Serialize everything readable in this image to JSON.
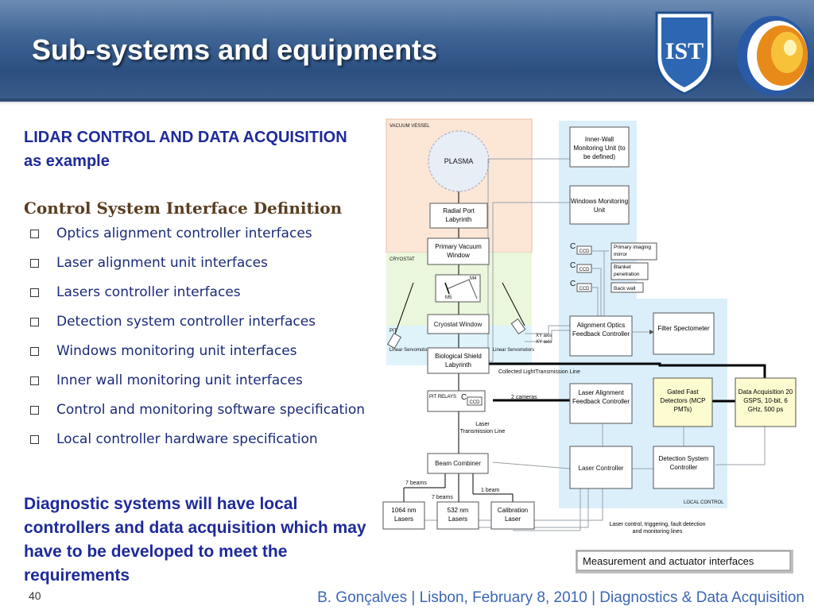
{
  "header": {
    "title": "Sub-systems and equipments"
  },
  "left": {
    "subtitle": "LIDAR CONTROL AND DATA ACQUISITION as example",
    "section_title": "Control System Interface Definition",
    "bullets": [
      "Optics alignment controller interfaces",
      "Laser alignment unit interfaces",
      "Lasers controller interfaces",
      "Detection system controller interfaces",
      "Windows monitoring unit interfaces",
      "Inner wall monitoring unit interfaces",
      "Control and monitoring software specification",
      "Local controller hardware specification"
    ],
    "note": "Diagnostic systems will have local controllers and data acquisition which may have to be developed to meet the requirements"
  },
  "diagram": {
    "vacuum_vessel_label": "VACUUM VESSEL",
    "plasma": "PLASMA",
    "cryostat_label": "CRYOSTAT",
    "pit_label": "PIT",
    "local_control_label": "LOCAL CONTROL",
    "radial_port": "Radial Port Labyrinth",
    "primary_vacuum_window": "Primary Vacuum Window",
    "m4": "M4",
    "m5": "M5",
    "cryostat_window": "Cryostat Window",
    "biological_shield": "Biological Shield Labyrinth",
    "linear_servomotors_left": "Linear Servomotors",
    "linear_servomotors_right": "Linear Servomotors",
    "xy_axis_1": "XY axis",
    "xy_axis_2": "XY axis",
    "pit_relays": "PIT RELAYS",
    "laser_transmission_line": "Laser Transmission Line",
    "collected_light_line": "Collected LightTransmission Line",
    "two_cameras": "2 cameras",
    "beam_combiner": "Beam Combiner",
    "seven_beams_1": "7 beams",
    "seven_beams_2": "7 beams",
    "one_beam": "1 beam",
    "laser_1064": "1064 nm Lasers",
    "laser_532": "532 nm Lasers",
    "calibration_laser": "Calibration Laser",
    "inner_wall_unit": "Inner-Wall Monitoring Unit (to be defined)",
    "windows_monitoring": "Windows Monitoring Unit",
    "ccd": "CCD",
    "c_letter": "C",
    "primary_imaging_mirror": "Primary imaging mirror",
    "blanket_penetration": "Blanket penetration",
    "back_wall": "Back wall",
    "alignment_optics": "Alignment Optics Feedback Controller",
    "filter_spectrometer": "Filter Spectometer",
    "laser_alignment": "Laser Alignment Feedback Controller",
    "gated_fast_detectors": "Gated Fast Detectors (MCP PMTs)",
    "data_acquisition": "Data Acquisition 20 GSPS, 10-bit, 6 GHz, 500 ps",
    "laser_controller": "Laser Controller",
    "detection_system_controller": "Detection System Controller",
    "laser_control_note": "Laser control, triggering, fault detection and monitoring lines",
    "measurement_interfaces": "Measurement and actuator interfaces"
  },
  "footer": {
    "page_number": "40",
    "text": "B. Gonçalves | Lisbon, February 8, 2010 | Diagnostics & Data Acquisition"
  },
  "colors": {
    "header_blue": "#2b4f80",
    "title_text": "#ffffff",
    "subtitle_blue": "#1e2a9a",
    "section_brown": "#5a3e22",
    "footer_blue": "#3b66b5",
    "vacuum_fill": "#fce6d6",
    "cryostat_fill": "#eaf7dc",
    "pit_fill": "#dff3fb",
    "local_control_fill": "#dbeffb"
  }
}
